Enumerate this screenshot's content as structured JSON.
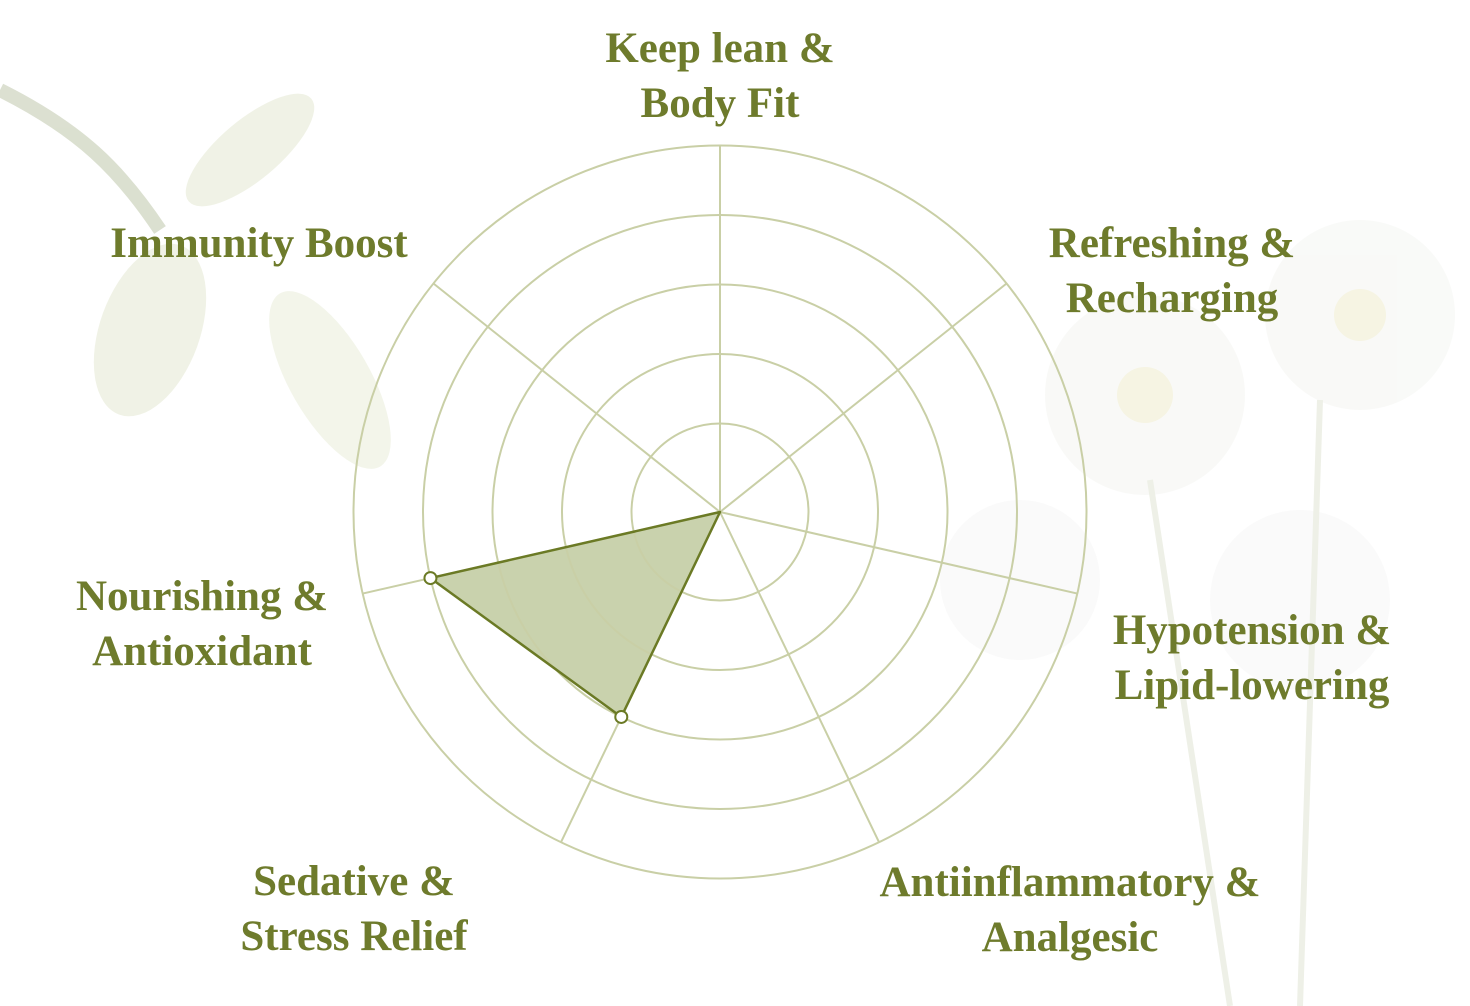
{
  "chart_data": {
    "type": "radar",
    "axes": [
      [
        "Keep lean &",
        "Body Fit"
      ],
      [
        "Refreshing &",
        "Recharging"
      ],
      [
        "Hypotension &",
        "Lipid-lowering"
      ],
      [
        "Antiinflammatory &",
        "Analgesic"
      ],
      [
        "Sedative &",
        "Stress Relief"
      ],
      [
        "Nourishing &",
        "Antioxidant"
      ],
      [
        "Immunity Boost"
      ]
    ],
    "values": [
      0,
      0,
      0,
      0,
      3,
      4,
      0
    ],
    "range": [
      0,
      5
    ],
    "rings": 5,
    "colors": {
      "label": "#6e7b2c",
      "fill": "#c9d2ad",
      "stroke": "#6b7a25",
      "grid": "#c9cfa6"
    }
  }
}
